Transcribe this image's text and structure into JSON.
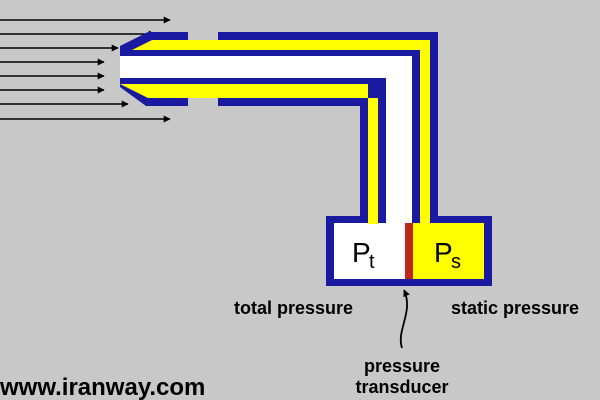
{
  "labels": {
    "total_symbol": "P",
    "total_subscript": "t",
    "static_symbol": "P",
    "static_subscript": "s",
    "total_pressure": "total pressure",
    "static_pressure": "static pressure",
    "transducer_line1": "pressure",
    "transducer_line2": "transducer",
    "watermark": "www.iranway.com"
  },
  "colors": {
    "background": "#c8c8c8",
    "tube_wall": "#1a1aa0",
    "static_air": "#ffff00",
    "total_air": "#ffffff",
    "diaphragm": "#c0281e",
    "flow_arrows": "#000000"
  }
}
